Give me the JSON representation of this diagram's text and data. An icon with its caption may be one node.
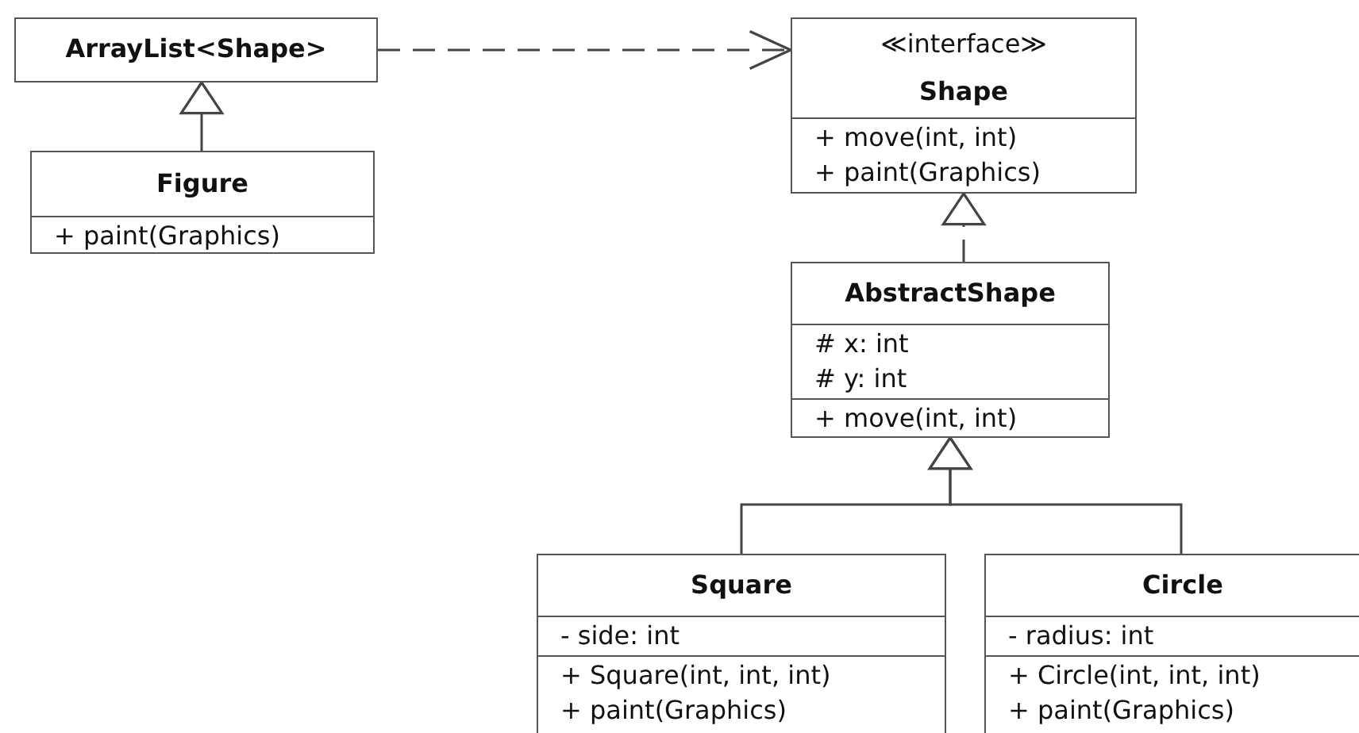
{
  "diagram": {
    "nodes": [
      {
        "text": [
          "ArrayList<Shape>"
        ]
      },
      {
        "text": [
          "≪interface≫",
          "Shape",
          "+ move(int, int)",
          "+ paint(Graphics)"
        ]
      },
      {
        "text": [
          "Figure",
          "+ paint(Graphics)"
        ]
      },
      {
        "text": [
          "AbstractShape",
          "# x: int",
          "# y: int",
          "+ move(int, int)"
        ]
      },
      {
        "text": [
          "Square",
          "- side: int",
          "+ Square(int, int, int)",
          "+ paint(Graphics)"
        ]
      },
      {
        "text": [
          "Circle",
          "- radius: int",
          "+ Circle(int, int, int)",
          "+ paint(Graphics)"
        ]
      }
    ],
    "edges": [
      {
        "from": 0,
        "to": 1,
        "arrow": "to",
        "style": "dashed"
      },
      {
        "from": 2,
        "to": 0,
        "arrow": "to"
      },
      {
        "from": 3,
        "to": 1,
        "arrow": "to",
        "style": "dashed"
      },
      {
        "from": 4,
        "to": 3,
        "arrow": "to"
      },
      {
        "from": 5,
        "to": 3,
        "arrow": "to"
      }
    ]
  }
}
